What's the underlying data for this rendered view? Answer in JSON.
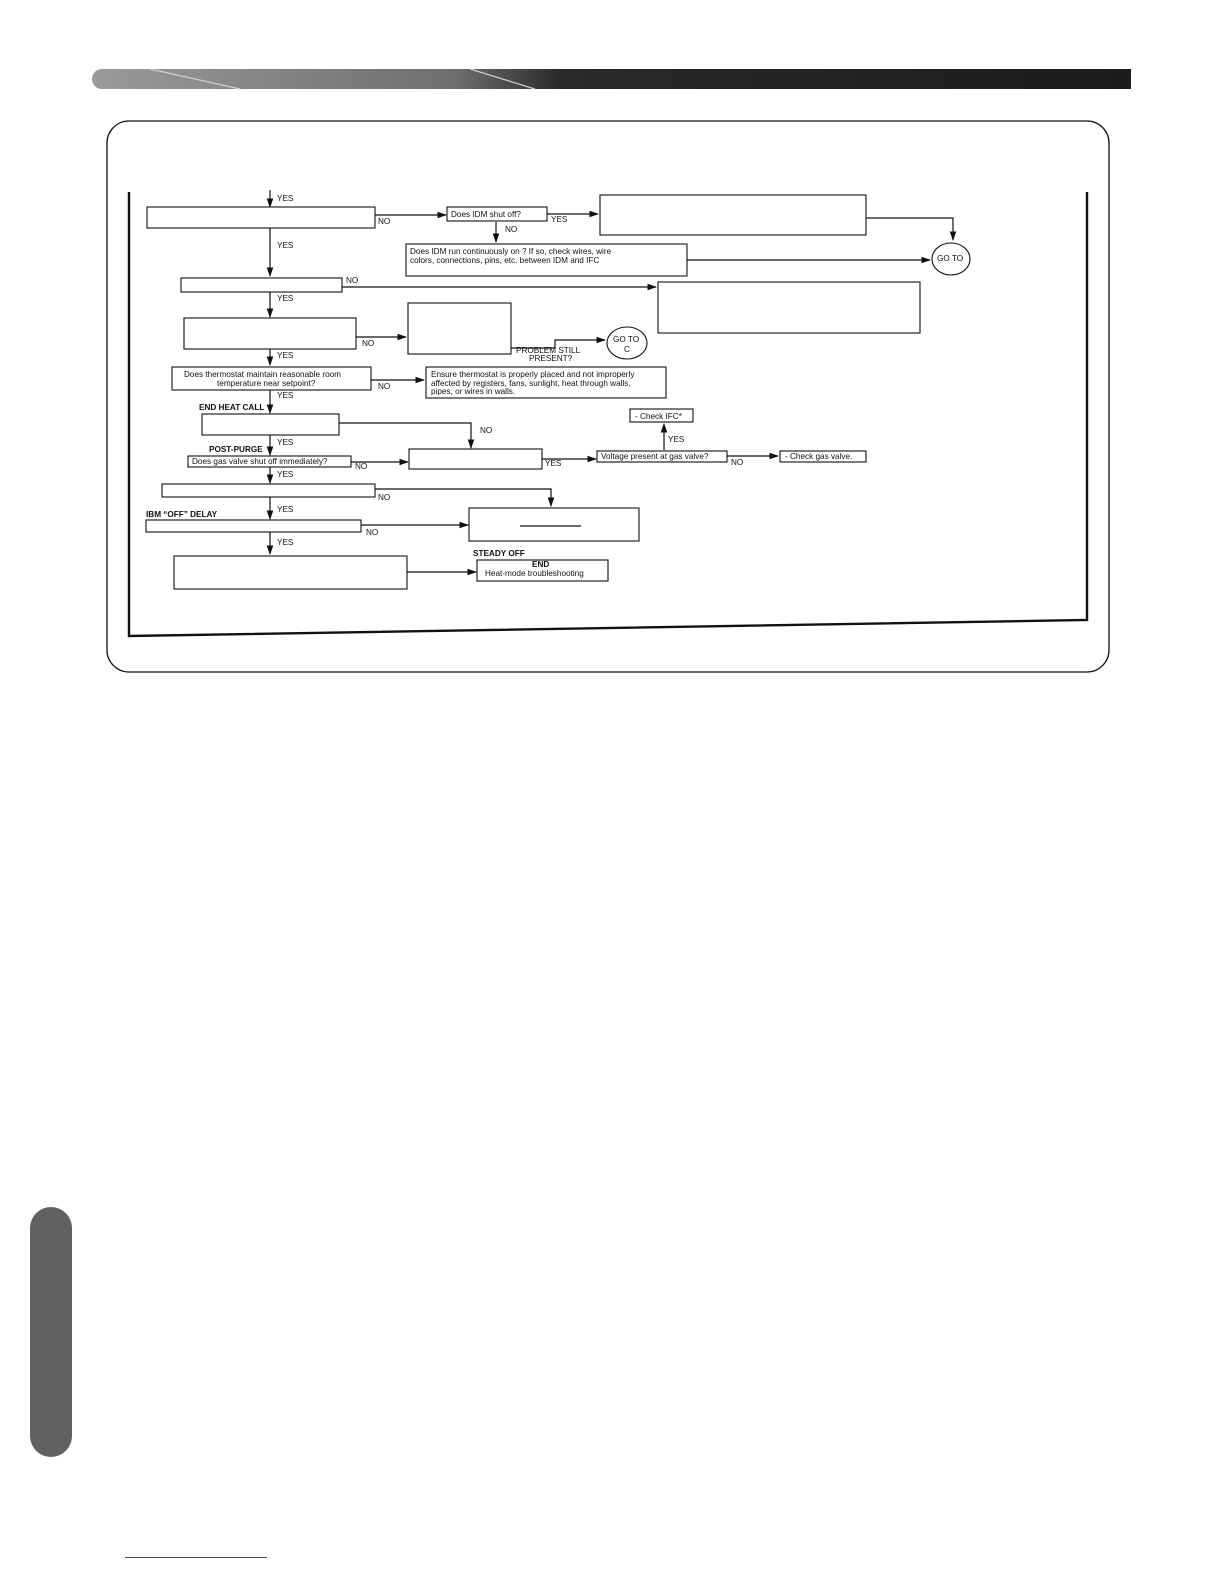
{
  "colors": {
    "header_dark": "#1c1c1c",
    "header_light": "#8a8a8a",
    "side_tab": "#616161",
    "footer_link": "#2a3fb8",
    "line": "#111111"
  },
  "flowchart": {
    "yes": "YES",
    "no": "NO",
    "q_idm_shut_off": "Does IDM shut off?",
    "q_idm_continuous_1": "Does IDM run continuously on        ?  If so, check wires, wire",
    "q_idm_continuous_2": "colors, connections, pins, etc. between IDM and IFC",
    "go_to": "GO TO",
    "go_to_c_1": "GO TO",
    "go_to_c_2": "C",
    "problem_still_1": "PROBLEM STILL",
    "problem_still_2": "PRESENT?",
    "q_thermostat_1": "Does thermostat maintain reasonable room",
    "q_thermostat_2": "temperature near setpoint?",
    "ensure_thermostat_1": "Ensure thermostat is properly placed and not improperly",
    "ensure_thermostat_2": "affected by registers, fans, sunlight, heat through walls,",
    "ensure_thermostat_3": "pipes, or wires in walls.",
    "end_heat_call": "END HEAT CALL",
    "post_purge": "POST-PURGE",
    "q_gas_valve": "Does gas valve shut off immediately?",
    "q_voltage": "Voltage present at gas valve?",
    "check_ifc": "- Check IFC*",
    "check_gas_valve": "- Check gas valve.",
    "ibm_off_delay": "IBM “OFF” DELAY",
    "steady_off": "STEADY OFF",
    "end": "END",
    "heat_mode": "Heat-mode troubleshooting"
  }
}
